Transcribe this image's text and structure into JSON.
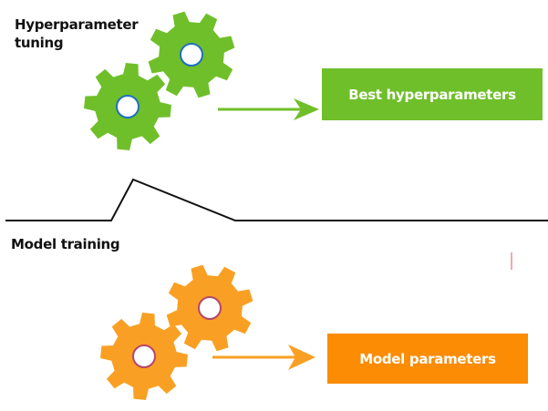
{
  "sections": {
    "hyperparameter_tuning": {
      "label_line1": "Hyperparameter",
      "label_line2": "tuning",
      "output_label": "Best hyperparameters",
      "color": "#6fbf2a",
      "hole_stroke": "#1f6fbf",
      "icon": "gears-icon"
    },
    "model_training": {
      "label": "Model training",
      "output_label": "Model parameters",
      "color": "#f9a024",
      "box_color": "#fb8c04",
      "hole_stroke": "#b5466a",
      "icon": "gears-icon"
    }
  },
  "divider": {
    "icon": "peaked-divider-line"
  }
}
